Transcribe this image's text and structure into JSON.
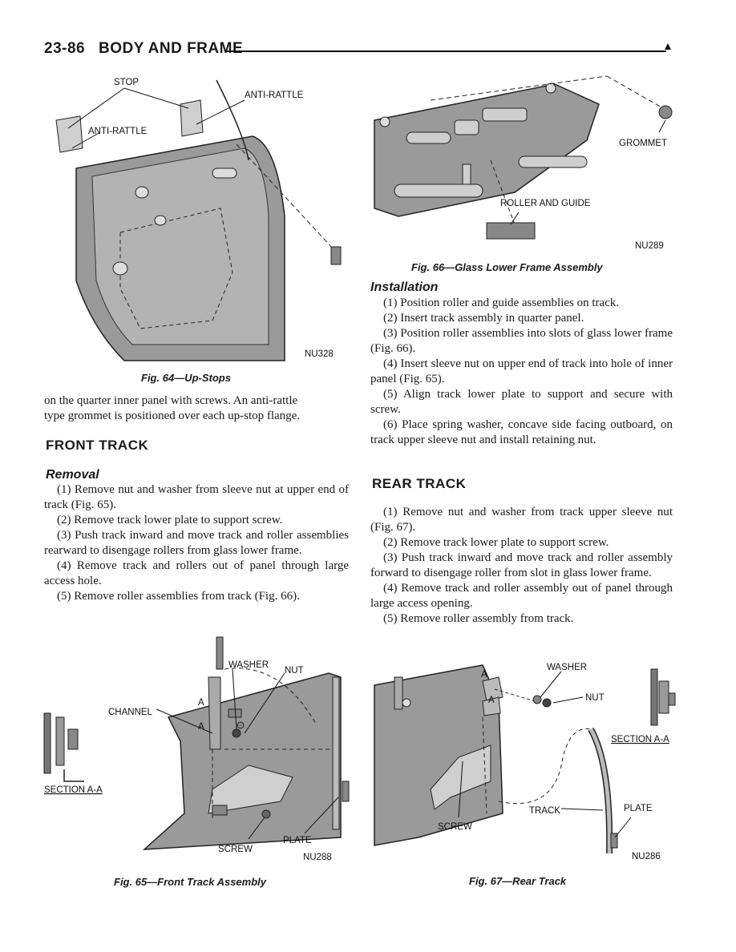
{
  "header": {
    "page_number": "23-86",
    "section_title": "BODY AND FRAME"
  },
  "fig64": {
    "labels": {
      "stop": "STOP",
      "anti_rattle_right": "ANTI-RATTLE",
      "anti_rattle_left": "ANTI-RATTLE",
      "code": "NU328"
    },
    "caption": "Fig. 64—Up-Stops"
  },
  "fig66": {
    "labels": {
      "grommet": "GROMMET",
      "roller_and_guide": "ROLLER AND GUIDE",
      "code": "NU289"
    },
    "caption": "Fig. 66—Glass Lower Frame Assembly"
  },
  "fig65": {
    "labels": {
      "washer": "WASHER",
      "nut": "NUT",
      "channel": "CHANNEL",
      "a_top": "A",
      "a_bottom": "A",
      "section": "SECTION A-A",
      "screw": "SCREW",
      "plate": "PLATE",
      "code": "NU288"
    },
    "caption": "Fig. 65—Front Track Assembly"
  },
  "fig67": {
    "labels": {
      "washer": "WASHER",
      "nut": "NUT",
      "a_top": "A",
      "a_bottom": "A",
      "section": "SECTION A-A",
      "track": "TRACK",
      "plate": "PLATE",
      "screw": "SCREW",
      "code": "NU286"
    },
    "caption": "Fig. 67—Rear Track"
  },
  "left_column": {
    "intro_line_1": "on the quarter inner panel with screws. An anti-rattle",
    "intro_line_2": "type grommet is positioned over each up-stop flange.",
    "front_track_heading": "FRONT TRACK",
    "removal_heading": "Removal",
    "removal_steps": [
      "(1) Remove nut and washer from sleeve nut at upper end of track (Fig. 65).",
      "(2) Remove track lower plate to support screw.",
      "(3) Push track inward and move track and roller assemblies rearward to disengage rollers from glass lower frame.",
      "(4) Remove track and rollers out of panel through large access hole.",
      "(5) Remove roller assemblies from track (Fig. 66)."
    ]
  },
  "right_column": {
    "installation_heading": "Installation",
    "installation_steps": [
      "(1) Position roller and guide assemblies on track.",
      "(2) Insert track assembly in quarter panel.",
      "(3) Position roller assemblies into slots of glass lower frame (Fig. 66).",
      "(4) Insert sleeve nut on upper end of track into hole of inner panel (Fig. 65).",
      "(5) Align track lower plate to support and secure with screw.",
      "(6) Place spring washer, concave side facing outboard, on track upper sleeve nut and install retaining nut."
    ],
    "rear_track_heading": "REAR TRACK",
    "rear_track_steps": [
      "(1) Remove nut and washer from track upper sleeve nut (Fig. 67).",
      "(2) Remove track lower plate to support screw.",
      "(3) Push track inward and move track and roller assembly forward to disengage roller from slot in glass lower frame.",
      "(4) Remove track and roller assembly out of panel through large access opening.",
      "(5) Remove roller assembly from track."
    ]
  }
}
